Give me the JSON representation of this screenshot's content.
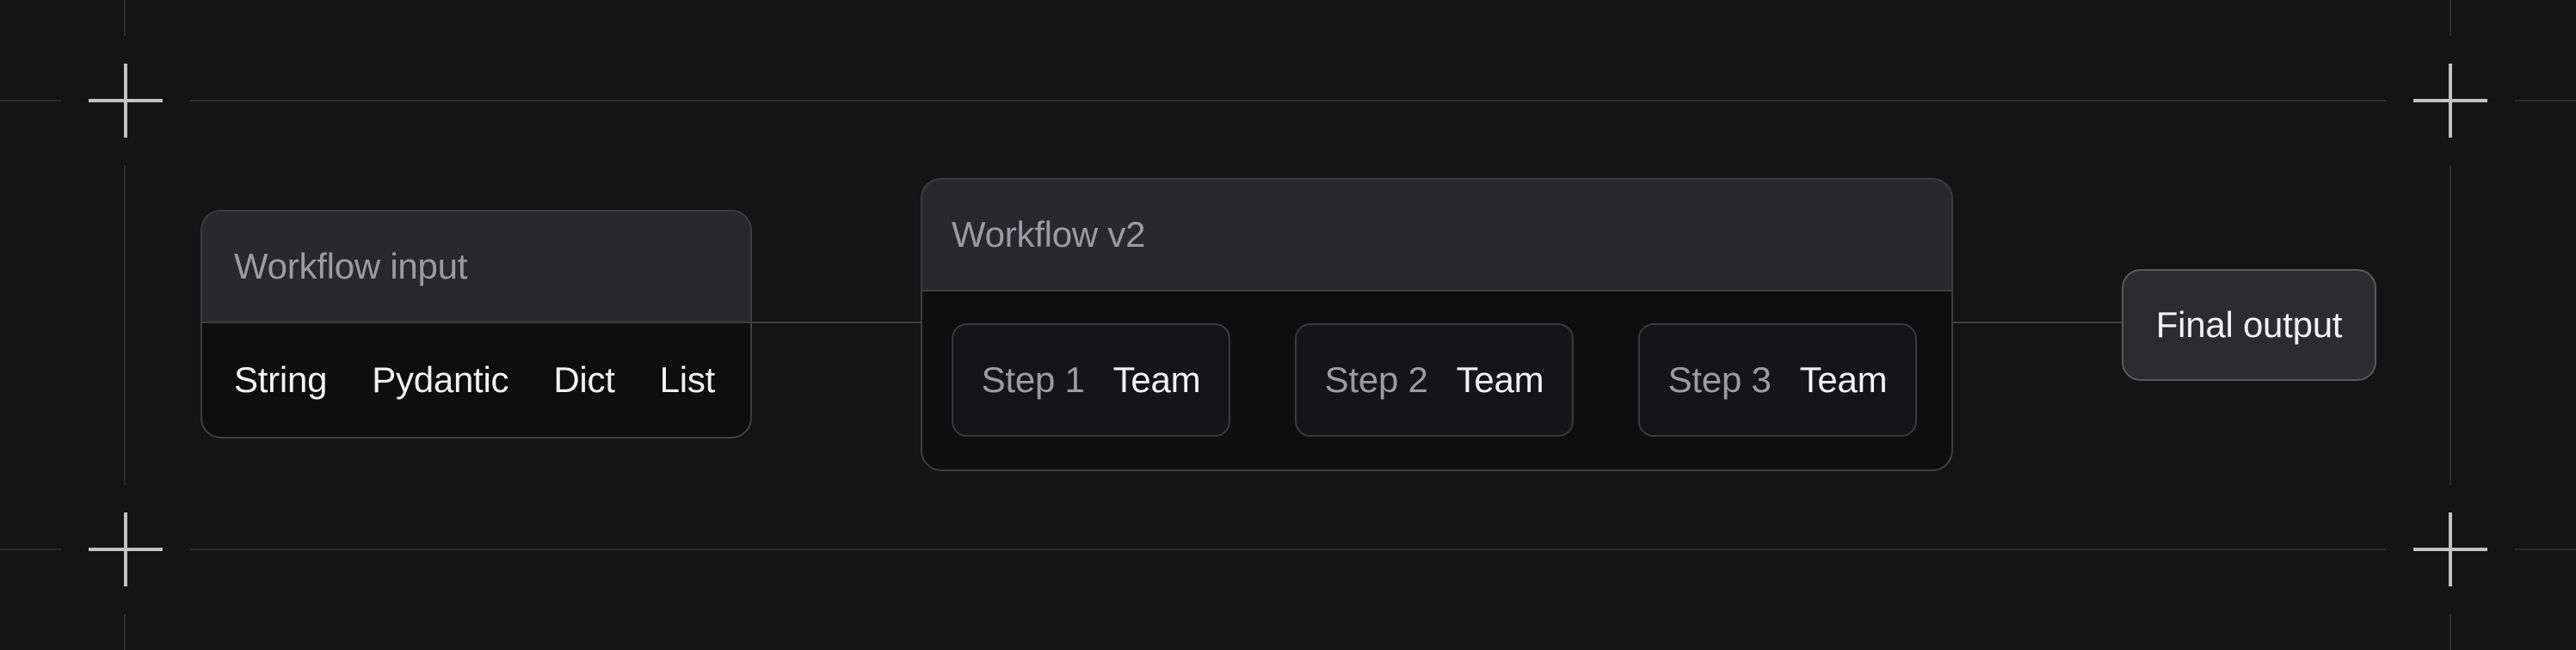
{
  "colors": {
    "page_bg": "#141414",
    "panel_header_bg": "#29292b",
    "panel_body_bg": "#0e0e0f",
    "panel_border": "#3e3e41",
    "step_bg": "#151517",
    "step_border": "#3a3a3d",
    "final_output_bg": "#2c2c2e",
    "final_output_border": "#5a5a5e",
    "text_muted": "#9b9ba3",
    "text_bright": "#f2f2f3",
    "guide_line": "#2d2d2d",
    "crosshair": "#c2c2c2",
    "connector": "#3e3e41"
  },
  "input_panel": {
    "title": "Workflow input",
    "items": [
      "String",
      "Pydantic",
      "Dict",
      "List"
    ]
  },
  "workflow_panel": {
    "title": "Workflow v2",
    "steps": [
      {
        "label": "Step 1",
        "type": "Team"
      },
      {
        "label": "Step 2",
        "type": "Team"
      },
      {
        "label": "Step 3",
        "type": "Team"
      }
    ]
  },
  "final_output": {
    "label": "Final output"
  }
}
